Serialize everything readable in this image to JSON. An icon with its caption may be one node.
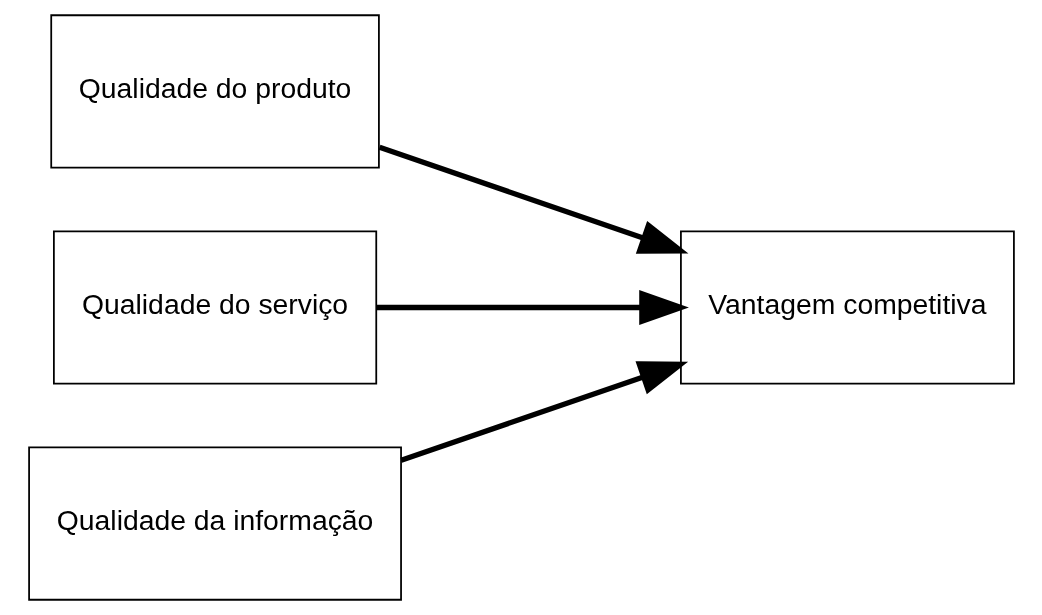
{
  "diagram": {
    "nodes": [
      {
        "text": [
          "Qualidade do produto"
        ]
      },
      {
        "text": [
          "Qualidade do serviço"
        ]
      },
      {
        "text": [
          "Qualidade da informação"
        ]
      },
      {
        "text": [
          "Vantagem competitiva"
        ]
      }
    ],
    "edges": [
      {
        "from": 0,
        "to": 3,
        "arrow": "to"
      },
      {
        "from": 1,
        "to": 3,
        "arrow": "to"
      },
      {
        "from": 2,
        "to": 3,
        "arrow": "to"
      }
    ]
  }
}
